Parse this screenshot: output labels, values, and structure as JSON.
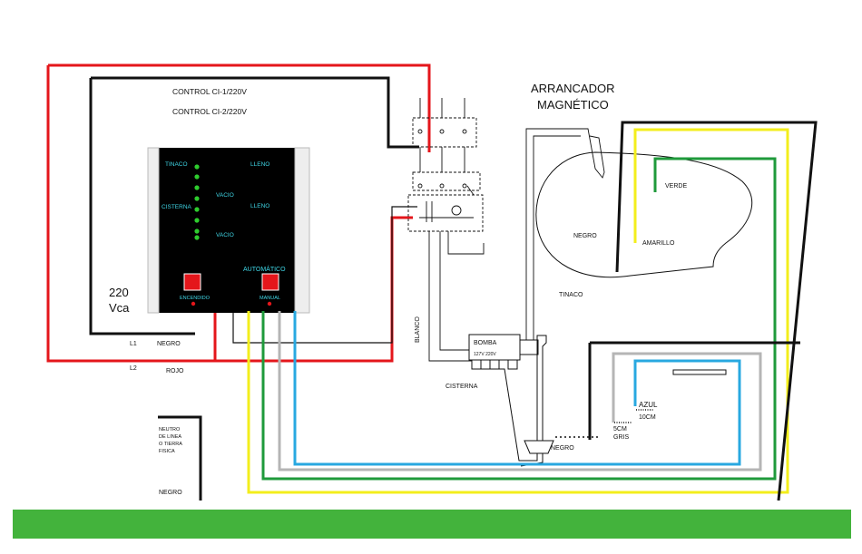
{
  "colors": {
    "red": "#e4161b",
    "black": "#111111",
    "yellow": "#f3ee1c",
    "green": "#1f9a3b",
    "gray": "#b5b5b5",
    "blue": "#28a8e0",
    "panel": "#000000",
    "panel_text": "#3fd6e6",
    "led": "#2ecc2e",
    "button": "#e4161b",
    "footer": "#43b33c"
  },
  "controller": {
    "title_1": "CONTROL CI-1/220V",
    "title_2": "CONTROL CI-2/220V",
    "tinaco": "TINACO",
    "lleno_1": "LLENO",
    "vacio_1": "VACIO",
    "cisterna": "CISTERNA",
    "lleno_2": "LLENO",
    "vacio_2": "VACIO",
    "automatico": "AUTOMÁTICO",
    "encendido": "ENCENDIDO",
    "manual": "MANUAL"
  },
  "supply": {
    "voltage_1": "220",
    "voltage_2": "Vca",
    "l1": "L1",
    "negro": "NEGRO",
    "l2": "L2",
    "rojo": "ROJO"
  },
  "neutral": {
    "line_1": "NEUTRO",
    "line_2": "DE LINEA",
    "line_3": "O TIERRA",
    "line_4": "FISICA",
    "negro": "NEGRO"
  },
  "starter": {
    "title_1": "ARRANCADOR",
    "title_2": "MAGNÉTICO"
  },
  "pump": {
    "label": "BOMBA",
    "rating": "127V 220V",
    "blanco": "BLANCO",
    "cisterna": "CISTERNA"
  },
  "tank": {
    "verde": "VERDE",
    "negro": "NEGRO",
    "amarillo": "AMARILLO",
    "tinaco": "TINACO"
  },
  "cistern_probes": {
    "azul": "AZUL",
    "azul_dist": "10CM",
    "gris_dist": "5CM",
    "gris": "GRIS",
    "negro": "NEGRO"
  }
}
